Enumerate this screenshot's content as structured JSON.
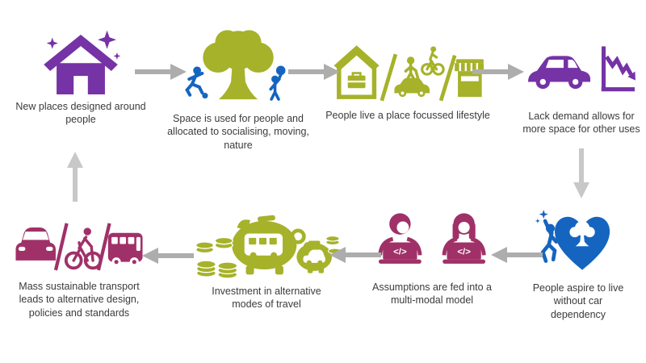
{
  "diagram": {
    "title": "",
    "steps": [
      {
        "name": "new-places",
        "icon": "sparkle-house-icon",
        "caption": "New places designed around people"
      },
      {
        "name": "space-for-people",
        "icon": "tree-with-people-icon",
        "caption": "Space is used for people and allocated to socialising, moving, nature"
      },
      {
        "name": "place-lifestyle",
        "icon": "home-walk-cycle-shop-icon",
        "caption": "People live a place focussed lifestyle"
      },
      {
        "name": "lack-demand",
        "icon": "car-declining-chart-icon",
        "caption": "Lack demand allows for more space for other uses"
      },
      {
        "name": "aspire-car-free",
        "icon": "heart-tree-person-icon",
        "caption": "People aspire to live without car dependency"
      },
      {
        "name": "model-assumptions",
        "icon": "analysts-laptops-code-icon",
        "caption": "Assumptions are fed into a multi-modal model"
      },
      {
        "name": "investment",
        "icon": "piggy-bank-transport-icon",
        "caption": "Investment in alternative modes of travel"
      },
      {
        "name": "mass-transport",
        "icon": "car-bike-bus-icon",
        "caption": "Mass sustainable transport leads to alternative design, policies and standards"
      }
    ],
    "laptop_code_label": "</>",
    "arrows": [
      "right",
      "right",
      "right",
      "down",
      "left",
      "left",
      "left",
      "up"
    ],
    "colors": {
      "purple": "#7533a6",
      "green": "#a6b229",
      "blue": "#1565c0",
      "magenta": "#a03168",
      "arrow": "#adadad",
      "arrow_vertical": "#c8c8c8",
      "text": "#3b3b3b",
      "background": "#ffffff"
    }
  }
}
